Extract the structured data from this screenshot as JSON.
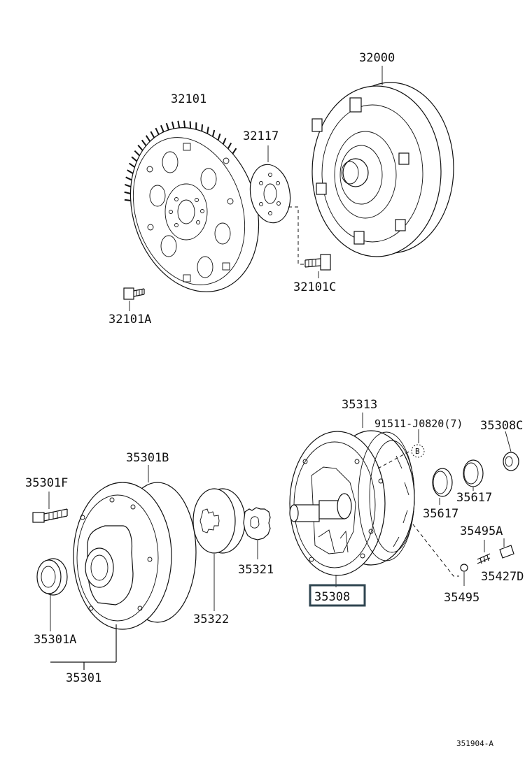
{
  "parts": {
    "p32000": "32000",
    "p32101": "32101",
    "p32117": "32117",
    "p32101C": "32101C",
    "p32101A": "32101A",
    "p35313": "35313",
    "p91511": "91511-J0820(7)",
    "p35308C": "35308C",
    "pB": "B",
    "p35301B": "35301B",
    "p35301F": "35301F",
    "p35617a": "35617",
    "p35617b": "35617",
    "p35495A": "35495A",
    "p35427D": "35427D",
    "p35321": "35321",
    "p35322": "35322",
    "p35308": "35308",
    "p35495": "35495",
    "p35301A": "35301A",
    "p35301": "35301"
  },
  "figure_code": "351904-A",
  "highlighted_part": "35308",
  "colors": {
    "line": "#111111",
    "highlight_box": "#2f4550",
    "background": "#ffffff"
  }
}
